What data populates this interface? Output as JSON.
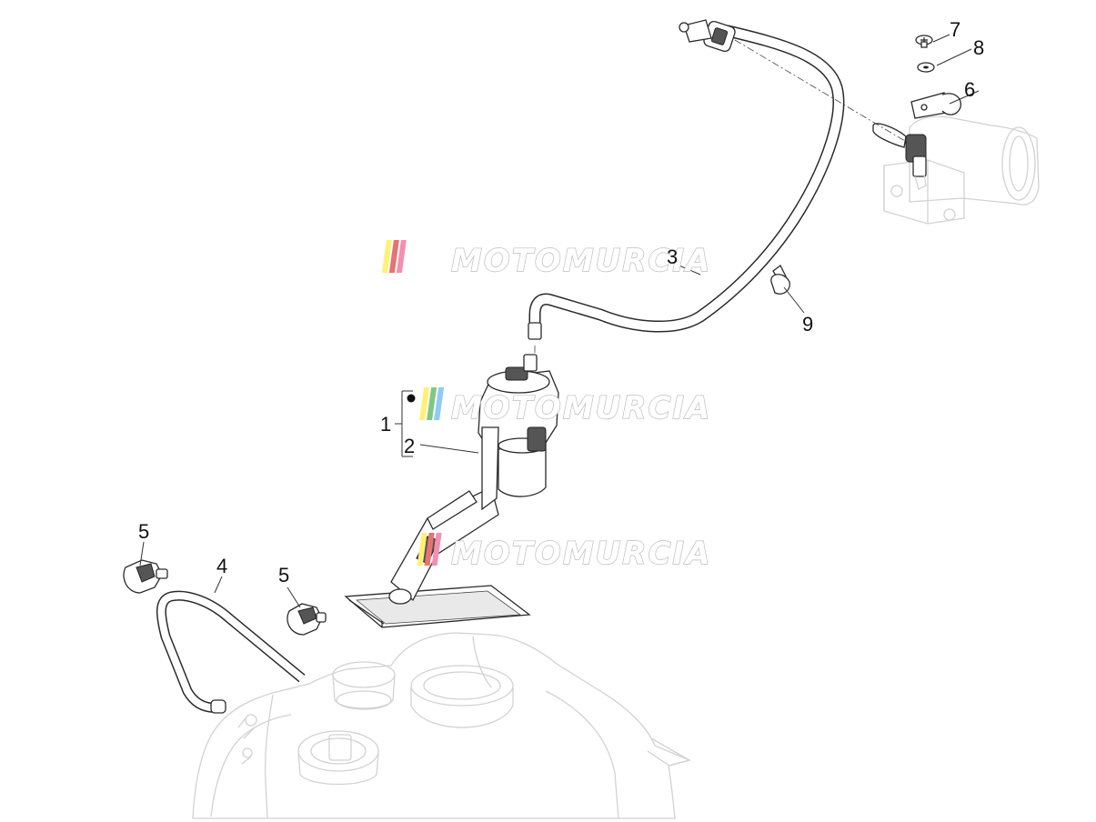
{
  "callouts": [
    {
      "id": "1",
      "text": "1"
    },
    {
      "id": "2",
      "text": "2"
    },
    {
      "id": "3",
      "text": "3"
    },
    {
      "id": "4",
      "text": "4"
    },
    {
      "id": "5a",
      "text": "5"
    },
    {
      "id": "5b",
      "text": "5"
    },
    {
      "id": "6",
      "text": "6"
    },
    {
      "id": "7",
      "text": "7"
    },
    {
      "id": "8",
      "text": "8"
    },
    {
      "id": "9",
      "text": "9"
    }
  ],
  "watermark": {
    "text": "MOTOMURCIA"
  },
  "colors": {
    "ink": "#222222",
    "ghost": "#d2d2d2",
    "wm_red": "#e57373",
    "wm_yellow": "#fff176",
    "wm_green": "#81c784",
    "wm_blue": "#90caf9"
  }
}
